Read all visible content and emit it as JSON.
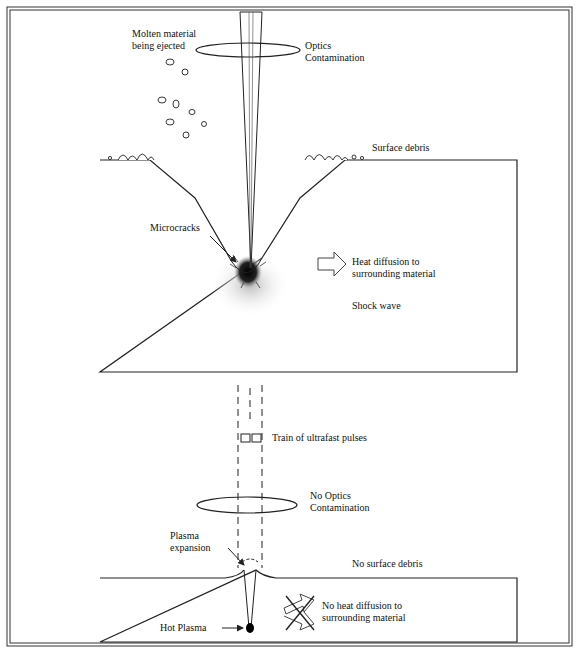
{
  "diagram": {
    "labels": [
      "Optics Contamination",
      "Molten material being ejected",
      "Surface debris",
      "Microcracks",
      "Heat diffusion to surrounding material",
      "Shock wave",
      "Train of ultrafast pulses",
      "No Optics Contamination",
      "Plasma expansion",
      "No surface debris",
      "Hot Plasma",
      "No heat diffusion to surrounding material"
    ]
  }
}
